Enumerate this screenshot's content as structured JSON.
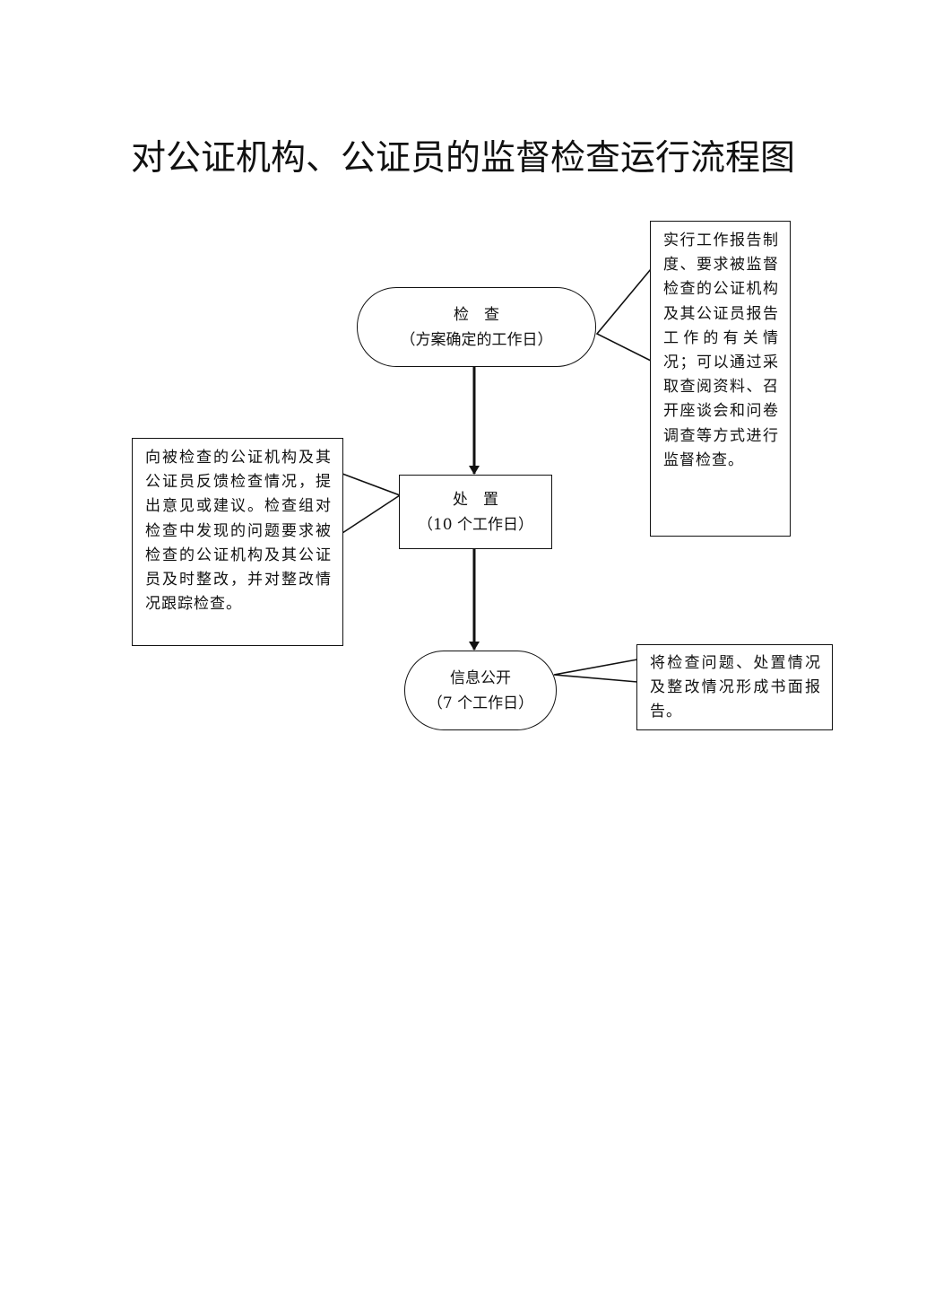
{
  "title": "对公证机构、公证员的监督检查运行流程图",
  "steps": [
    {
      "name": "检　查",
      "period": "（方案确定的工作日）"
    },
    {
      "name": "处　置",
      "period": "（10 个工作日）"
    },
    {
      "name": "信息公开",
      "period": "（7 个工作日）"
    }
  ],
  "notes": {
    "inspection": "实行工作报告制度、要求被监督检查的公证机构及其公证员报告工作的有关情况；可以通过采取查阅资料、召开座谈会和问卷调查等方式进行监督检查。",
    "disposal": "向被检查的公证机构及其公证员反馈检查情况，提出意见或建议。检查组对检查中发现的问题要求被检查的公证机构及其公证员及时整改，并对整改情况跟踪检查。",
    "disclosure": "将检查问题、处置情况及整改情况形成书面报告。"
  }
}
